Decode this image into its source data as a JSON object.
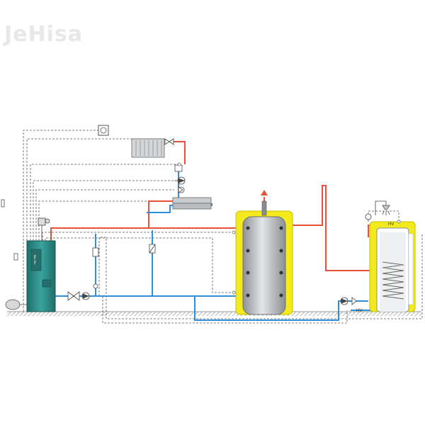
{
  "watermark": "JeHisa",
  "boiler": {
    "brand": "Bio-Tec"
  },
  "labels": {
    "hv_shower": "HV",
    "hv_inlet": "HV"
  },
  "colors": {
    "hot_pipe": "#e8503a",
    "cold_pipe": "#2f8fd8",
    "control_line": "#555555",
    "boiler_body": "#2e8f8a",
    "insulation": "#f2ea1c",
    "tank": "#b9bcc0",
    "floor": "#9a9a9a"
  }
}
